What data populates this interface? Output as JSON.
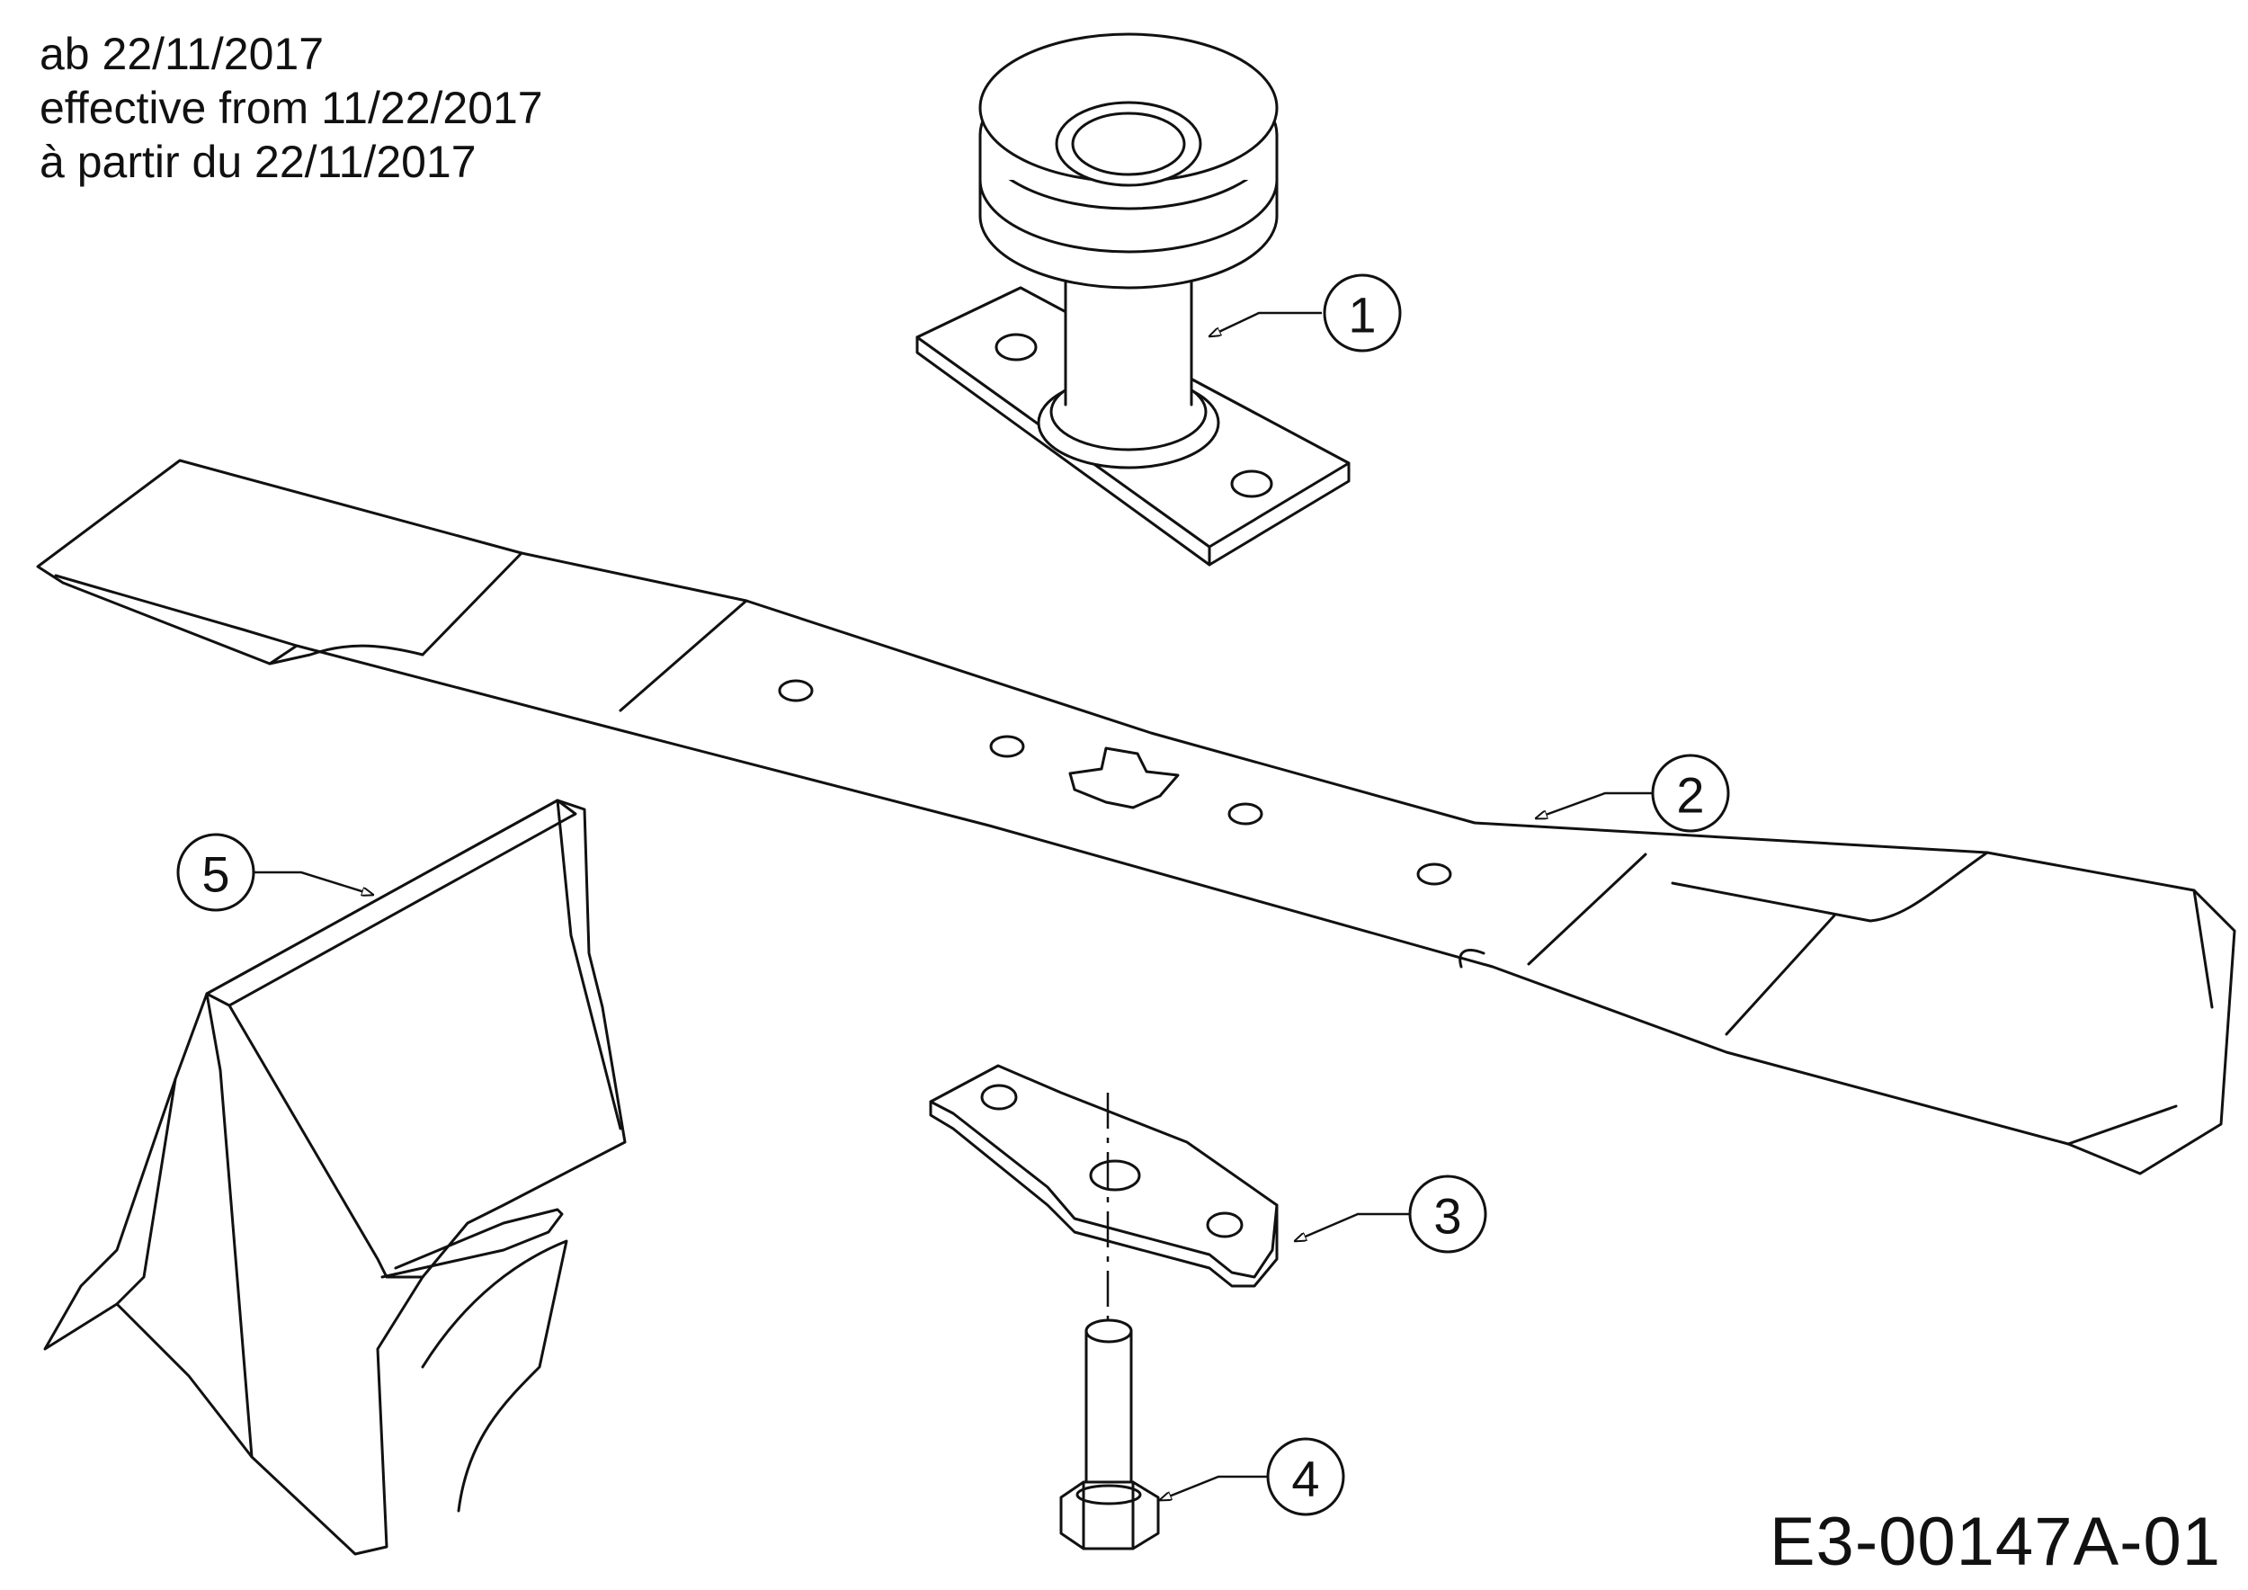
{
  "header": {
    "effective_lines": [
      "ab 22/11/2017",
      "effective from 11/22/2017",
      "à partir du 22/11/2017"
    ]
  },
  "footer": {
    "drawing_code": "E3-00147A-01"
  },
  "callouts": [
    {
      "number": "1",
      "part": "spindle-pulley"
    },
    {
      "number": "2",
      "part": "mower-blade"
    },
    {
      "number": "3",
      "part": "blade-adapter"
    },
    {
      "number": "4",
      "part": "hex-bolt"
    },
    {
      "number": "5",
      "part": "deflector-chute"
    }
  ]
}
